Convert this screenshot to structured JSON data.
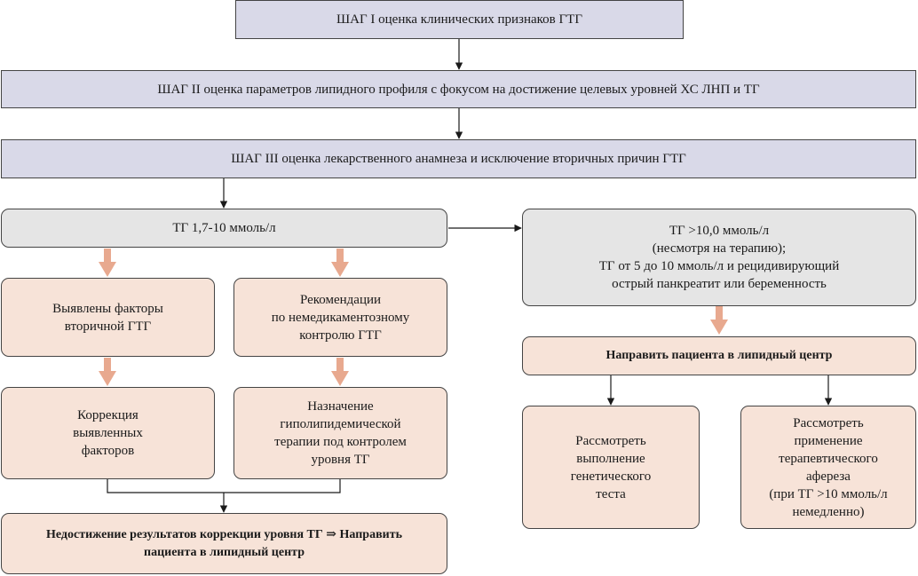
{
  "diagram": {
    "step1": "ШАГ I оценка клинических признаков ГТГ",
    "step2": "ШАГ II оценка параметров липидного профиля с фокусом на достижение целевых уровней ХС ЛНП и ТГ",
    "step3": "ШАГ III оценка лекарственного анамнеза и исключение вторичных причин ГТГ",
    "tg_mid": "ТГ 1,7-10 ммоль/л",
    "tg_high": "ТГ >10,0 ммоль/л\n(несмотря на терапию);\nТГ от 5 до 10 ммоль/л и рецидивирующий\nострый панкреатит или беременность",
    "secondary_factors": "Выявлены факторы\nвторичной ГТГ",
    "nonpharm": "Рекомендации\nпо немедикаментозному\nконтролю ГТГ",
    "correction": "Коррекция\nвыявленных\nфакторов",
    "lipid_therapy": "Назначение\nгиполипидемической\nтерапии под контролем\nуровня ТГ",
    "failure": "Недостижение результатов коррекции уровня ТГ ⇒ Направить\nпациента в липидный центр",
    "refer": "Направить пациента в липидный центр",
    "genetic": "Рассмотреть\nвыполнение\nгенетического\nтеста",
    "apheresis": "Рассмотреть\nприменение\nтерапевтического\nафереза\n(при ТГ >10 ммоль/л\nнемедленно)"
  },
  "colors": {
    "step_fill": "#d9d9e8",
    "gray_fill": "#e5e5e5",
    "pink_fill": "#f7e3d8",
    "thick_arrow": "#e8a98f",
    "line": "#1a1a1a"
  }
}
